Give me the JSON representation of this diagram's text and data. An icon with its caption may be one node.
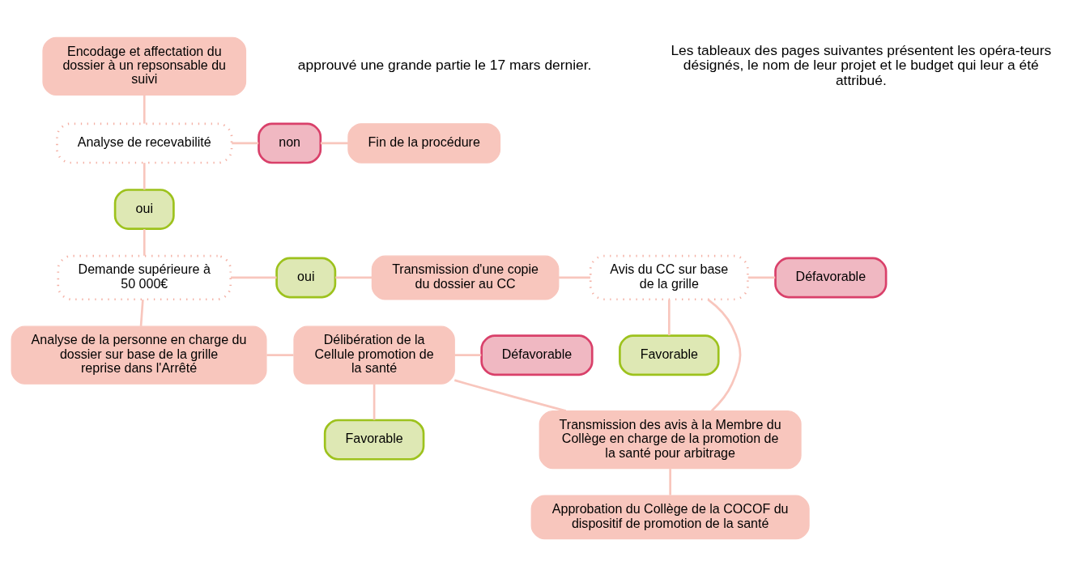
{
  "diagram": {
    "nodes": [
      {
        "text": [
          "Encodage et affectation du dossier à un repsonsable du suivi"
        ]
      },
      {
        "text": [
          "Analyse de recevabilité"
        ]
      },
      {
        "text": [
          "non"
        ]
      },
      {
        "text": [
          "Fin de la procédure"
        ]
      },
      {
        "text": [
          "oui"
        ]
      },
      {
        "text": [
          "Demande supérieure à 50 000€"
        ]
      },
      {
        "text": [
          "oui"
        ]
      },
      {
        "text": [
          "Transmission d'une copie du dossier au CC"
        ]
      },
      {
        "text": [
          "Avis du CC sur base de la grille"
        ]
      },
      {
        "text": [
          "Défavorable"
        ]
      },
      {
        "text": [
          "Favorable"
        ]
      },
      {
        "text": [
          "Analyse de la personne en charge du dossier sur base de la grille reprise dans l'Arrêté"
        ]
      },
      {
        "text": [
          "Délibération de la Cellule promotion de la santé"
        ]
      },
      {
        "text": [
          "Défavorable"
        ]
      },
      {
        "text": [
          "Favorable"
        ]
      },
      {
        "text": [
          "Transmission des avis à la Membre du Collège en charge de la promotion de la santé pour arbitrage"
        ]
      },
      {
        "text": [
          "Approbation du Collège de la COCOF du dispositif de promotion de la santé"
        ]
      }
    ],
    "edges": [
      {
        "from": 0,
        "to": 1,
        "arrow": "none"
      },
      {
        "from": 1,
        "to": 4,
        "arrow": "none"
      },
      {
        "from": 1,
        "to": 2,
        "arrow": "none"
      },
      {
        "from": 2,
        "to": 3,
        "arrow": "none"
      },
      {
        "from": 4,
        "to": 5,
        "arrow": "none"
      },
      {
        "from": 5,
        "to": 6,
        "arrow": "none"
      },
      {
        "from": 6,
        "to": 7,
        "arrow": "none"
      },
      {
        "from": 7,
        "to": 8,
        "arrow": "none"
      },
      {
        "from": 8,
        "to": 9,
        "arrow": "none"
      },
      {
        "from": 8,
        "to": 10,
        "arrow": "none"
      },
      {
        "from": 8,
        "to": 15,
        "arrow": "none"
      },
      {
        "from": 5,
        "to": 11,
        "arrow": "none"
      },
      {
        "from": 11,
        "to": 12,
        "arrow": "none"
      },
      {
        "from": 12,
        "to": 13,
        "arrow": "none"
      },
      {
        "from": 12,
        "to": 14,
        "arrow": "none"
      },
      {
        "from": 12,
        "to": 15,
        "arrow": "none"
      },
      {
        "from": 15,
        "to": 16,
        "arrow": "none"
      }
    ],
    "labels": [
      "approuvé une grande partie le 17 mars dernier.",
      "Les tableaux des pages suivantes présentent les opéra-teurs désignés, le nom de leur projet et le budget qui leur a été attribué."
    ]
  }
}
